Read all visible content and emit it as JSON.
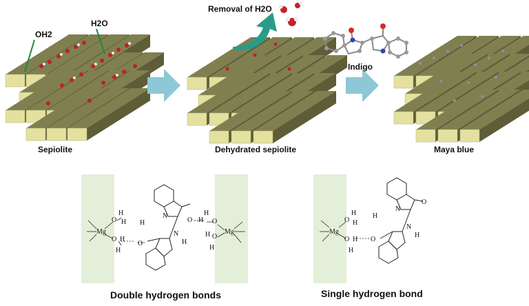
{
  "top_panels": {
    "sepiolite_label": "Sepiolite",
    "dehydrated_label": "Dehydrated sepiolite",
    "maya_label": "Maya blue",
    "oh2_label": "OH2",
    "h2o_label": "H2O",
    "removal_label": "Removal of H2O",
    "indigo_label": "Indigo"
  },
  "bottom_panels": {
    "double_label": "Double hydrogen bonds",
    "single_label": "Single hydrogen bond"
  },
  "atom_labels": {
    "mg": "Mg",
    "o": "O",
    "h": "H",
    "n": "N"
  },
  "colors": {
    "slab_top": "#e4e1a0",
    "slab_side": "#6b6a40",
    "arrow_blue": "#8dc8d6",
    "arrow_teal": "#2a9b88",
    "water_red": "#c0202a",
    "panel_green": "#e3efd9"
  }
}
